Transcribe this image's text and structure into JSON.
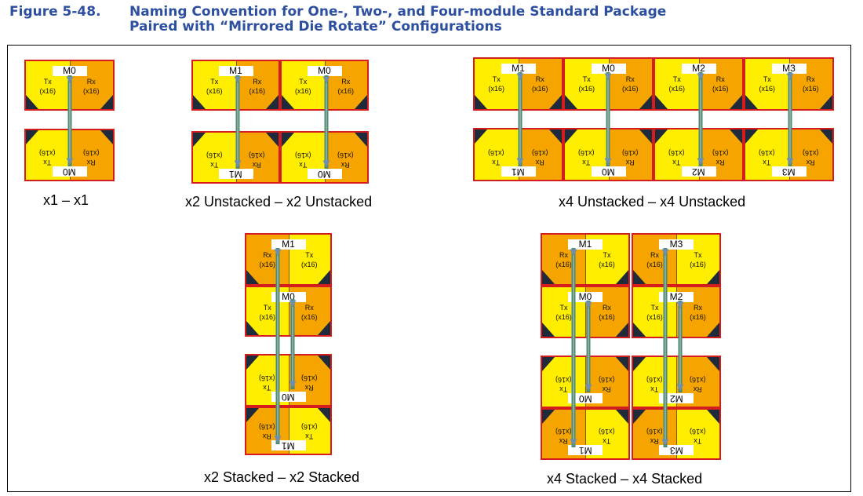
{
  "figure": {
    "number": "Figure 5-48.",
    "title_line1": "Naming Convention for One-, Two-, and Four-module Standard Package",
    "title_line2": "Paired with “Mirrored Die Rotate” Configurations"
  },
  "port_labels": {
    "tx": "Tx",
    "rx": "Rx",
    "width": "(x16)"
  },
  "configurations": [
    {
      "id": "x1",
      "label": "x1 – x1",
      "modules": [
        "M0"
      ]
    },
    {
      "id": "x2-unstacked",
      "label": "x2 Unstacked – x2 Unstacked",
      "modules": [
        "M1",
        "M0"
      ]
    },
    {
      "id": "x4-unstacked",
      "label": "x4 Unstacked – x4 Unstacked",
      "modules": [
        "M1",
        "M0",
        "M2",
        "M3"
      ]
    },
    {
      "id": "x2-stacked",
      "label": "x2 Stacked – x2 Stacked",
      "modules": [
        "M1",
        "M0"
      ]
    },
    {
      "id": "x4-stacked",
      "label": "x4 Stacked – x4 Stacked",
      "modules": [
        "M1",
        "M3",
        "M0",
        "M2"
      ]
    }
  ],
  "colors": {
    "title": "#2d4fa0",
    "tile_border": "#d61d1d",
    "bright_yellow": "#ffee00",
    "orange_yellow": "#f6a500",
    "corner_wedge": "#1f2b3a",
    "arrow": "#4d8a72"
  }
}
